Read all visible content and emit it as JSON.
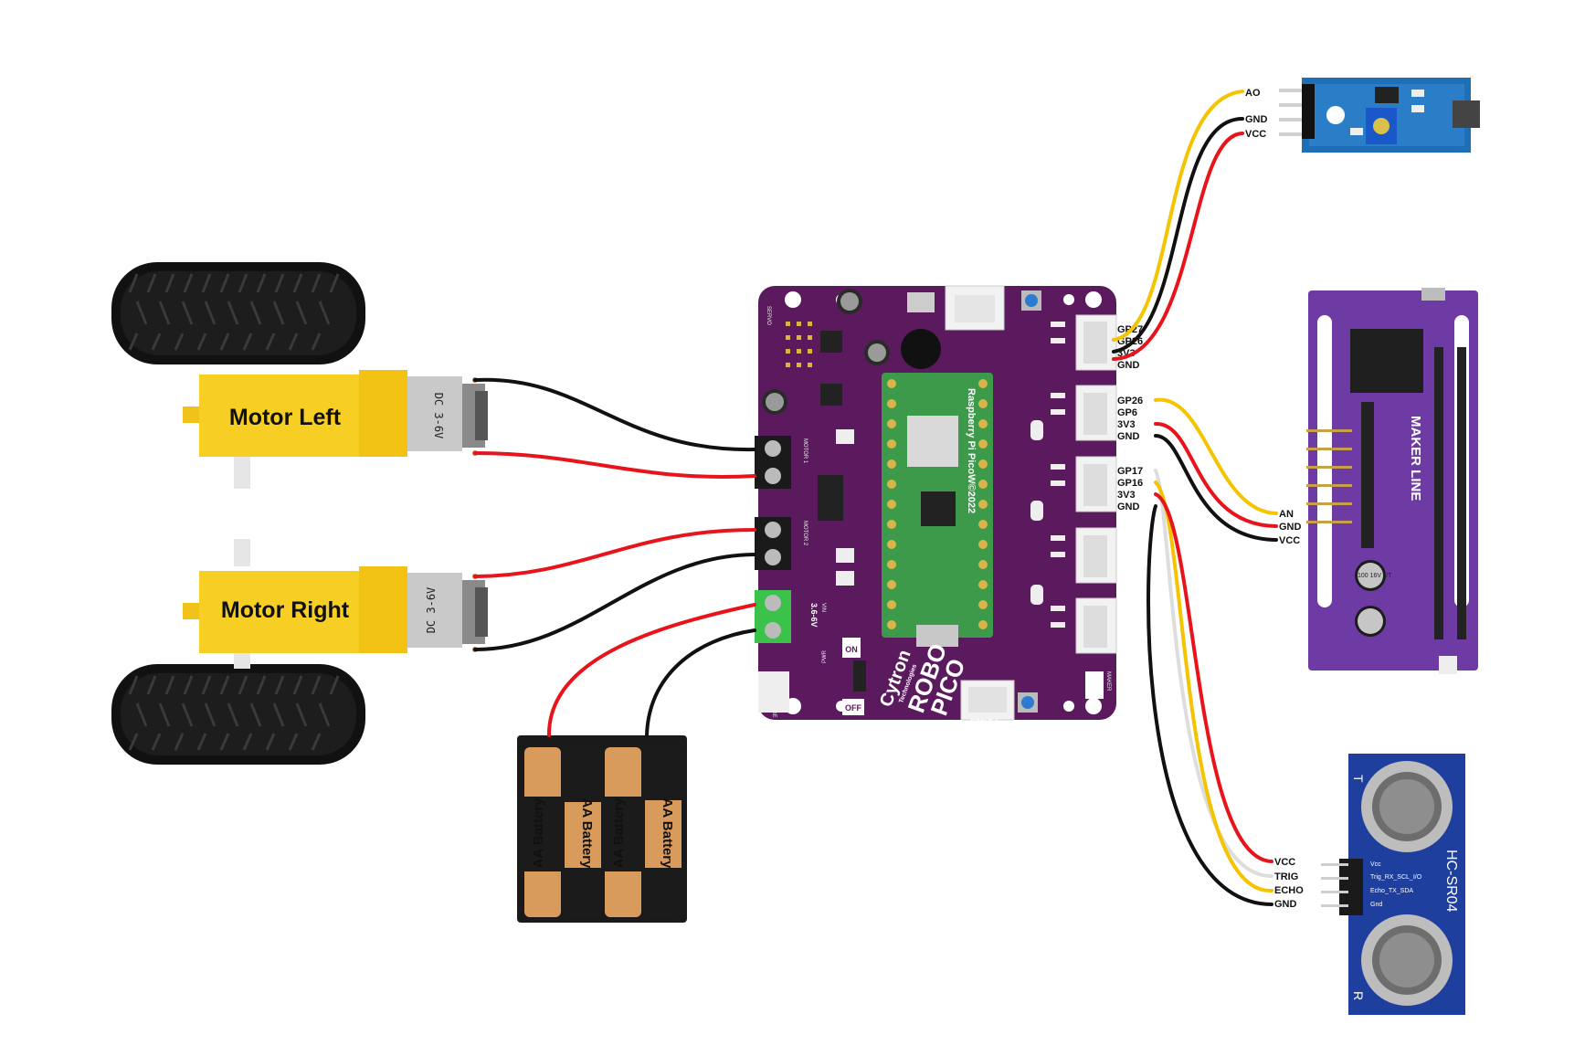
{
  "motors": {
    "left": {
      "label": "Motor Left",
      "spec": "DC 3-6V"
    },
    "right": {
      "label": "Motor Right",
      "spec": "DC 3-6V"
    }
  },
  "battery": {
    "cell_label": "AA Battery"
  },
  "board": {
    "brand": "Cytron",
    "brand_sub": "Technologies",
    "name_line1": "ROBO",
    "name_line2": "PICO",
    "pico_label": "Raspberry Pi PicoW©2022",
    "vin_label": "3.6-6V",
    "vin_pin": "VIN",
    "on_label": "ON",
    "off_label": "OFF",
    "pwr_label": "PWR",
    "lipo_label": "LIPO",
    "charge_label": "CHARGE",
    "servo_label": "SERVO",
    "motor1_label": "MOTOR 1",
    "motor2_label": "MOTOR 2",
    "maker_label": "MAKER",
    "grove_label": "GROVE 1"
  },
  "ports": {
    "port1": [
      "GP27",
      "GP26",
      "3V3",
      "GND"
    ],
    "port2": [
      "GP26",
      "GP6",
      "3V3",
      "GND"
    ],
    "port3": [
      "GP17",
      "GP16",
      "3V3",
      "GND"
    ]
  },
  "sensors": {
    "light": {
      "pins": [
        "AO",
        "GND",
        "VCC"
      ]
    },
    "line": {
      "pins": [
        "AN",
        "GND",
        "VCC"
      ],
      "title": "MAKER LINE",
      "cap_label": "100 16V UT"
    },
    "ultrasonic": {
      "pins": [
        "VCC",
        "TRIG",
        "ECHO",
        "GND"
      ],
      "model": "HC-SR04",
      "pcb_pins": [
        "Vcc",
        "Trig_RX_SCL_I/O",
        "Echo_TX_SDA",
        "Gnd"
      ],
      "t_label": "T",
      "r_label": "R"
    }
  },
  "colors": {
    "wire_red": "#e8141b",
    "wire_black": "#111111",
    "wire_yellow": "#f5c400",
    "wire_white": "#dddddd",
    "board_purple": "#5b1a5e",
    "pico_green": "#3c9a4a",
    "motor_yellow": "#f7cf24",
    "line_purple": "#6e3aa3",
    "sonar_blue": "#1e3f9e",
    "light_blue": "#1f6fb6"
  }
}
